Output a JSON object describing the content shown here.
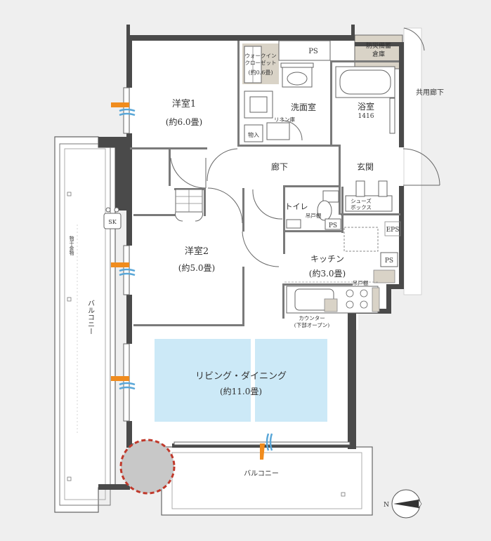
{
  "rooms": {
    "western1": {
      "name": "洋室1",
      "area": "(約6.0畳)"
    },
    "western2": {
      "name": "洋室2",
      "area": "(約5.0畳)"
    },
    "living": {
      "name": "リビング・ダイニング",
      "area": "(約11.0畳)"
    },
    "kitchen": {
      "name": "キッチン",
      "area": "(約3.0畳)"
    },
    "washroom": {
      "name": "洗面室"
    },
    "bath": {
      "name": "浴室",
      "size": "1416"
    },
    "hallway": {
      "name": "廊下"
    },
    "entrance": {
      "name": "玄関"
    },
    "toilet": {
      "name": "トイレ"
    },
    "wic": {
      "line1": "ウォークイン",
      "line2": "クローゼット",
      "area": "(約0.6畳)"
    },
    "common_corridor": {
      "name": "共用廊下"
    },
    "balcony_side": {
      "name": "バルコニー"
    },
    "balcony_bottom": {
      "name": "バルコニー"
    }
  },
  "labels": {
    "ps_top": "PS",
    "ps_toilet": "PS",
    "ps_kitchen": "PS",
    "eps": "EPS",
    "storage_l1": "防災備蓄",
    "storage_l2": "倉庫",
    "linen": "リネン庫",
    "monoire": "物入",
    "shoes_l1": "シューズ",
    "shoes_l2": "ボックス",
    "tsuridana_toilet": "吊戸棚",
    "tsuridana_kitchen": "吊戸棚",
    "counter_l1": "カウンター",
    "counter_l2": "(下部オープン)",
    "sk": "SK",
    "monohoshi": "物干金物",
    "north": "N"
  },
  "colors": {
    "wall": "#4a4a4a",
    "floor": "#ffffff",
    "background": "#efefef",
    "living_highlight": "#cce9f7",
    "storage": "#d9d3c7",
    "airflow_orange": "#f08c1e",
    "airflow_blue": "#5aa7d8",
    "marker_red": "#c0392b",
    "marker_fill": "#c8c8c8"
  }
}
